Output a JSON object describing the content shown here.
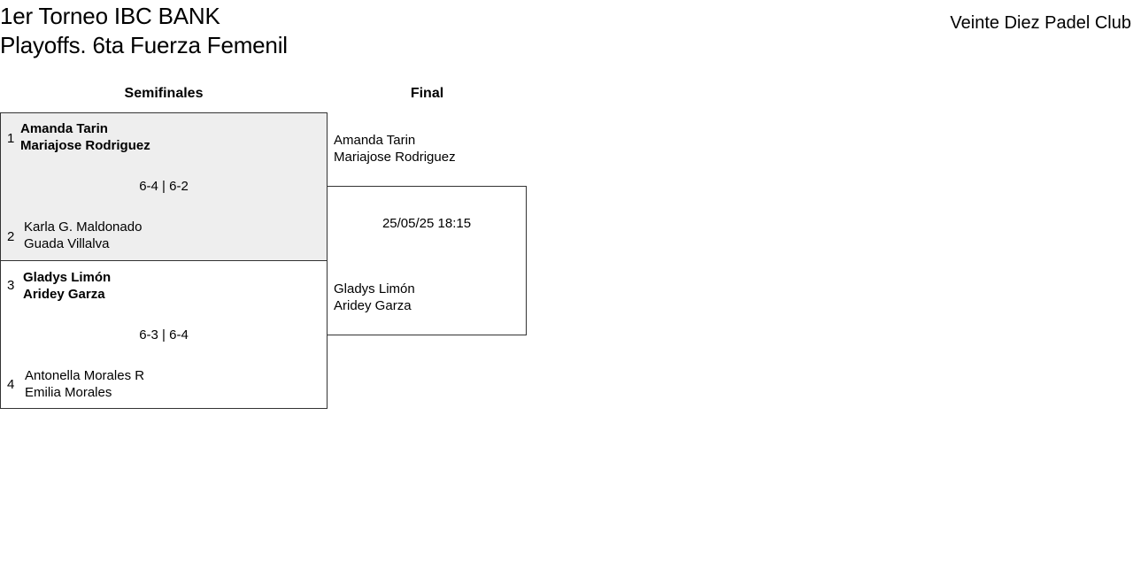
{
  "title": {
    "line1": "1er Torneo IBC BANK",
    "line2": "Playoffs. 6ta Fuerza Femenil"
  },
  "club": "Veinte Diez Padel Club",
  "rounds": {
    "semis": "Semifinales",
    "final": "Final"
  },
  "semifinals": [
    {
      "top": {
        "seed": "1",
        "player1": "Amanda Tarin",
        "player2": "Mariajose Rodriguez"
      },
      "score": "6-4 | 6-2",
      "bottom": {
        "seed": "2",
        "player1": "Karla G. Maldonado",
        "player2": "Guada Villalva"
      }
    },
    {
      "top": {
        "seed": "3",
        "player1": "Gladys Limón",
        "player2": "Aridey Garza"
      },
      "score": "6-3 | 6-4",
      "bottom": {
        "seed": "4",
        "player1": "Antonella Morales R",
        "player2": "Emilia Morales"
      }
    }
  ],
  "final": {
    "top": {
      "player1": "Amanda Tarin",
      "player2": "Mariajose Rodriguez"
    },
    "datetime": "25/05/25 18:15",
    "bottom": {
      "player1": "Gladys Limón",
      "player2": "Aridey Garza"
    }
  },
  "colors": {
    "highlight_match_bg": "#eeeeee",
    "border": "#333333"
  }
}
